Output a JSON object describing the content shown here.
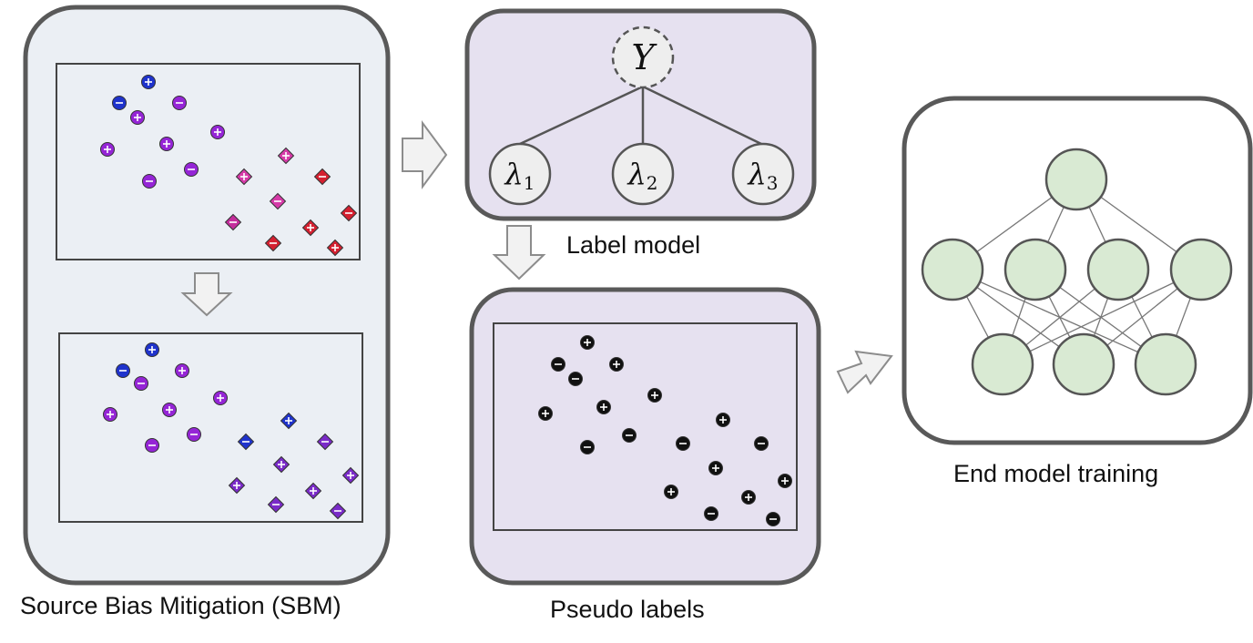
{
  "labels": {
    "sbm": "Source Bias Mitigation (SBM)",
    "label_model": "Label model",
    "pseudo_labels": "Pseudo labels",
    "end_model": "End model training"
  },
  "label_model": {
    "root": "Y",
    "sources": [
      {
        "symbol": "λ",
        "sub": "1"
      },
      {
        "symbol": "λ",
        "sub": "2"
      },
      {
        "symbol": "λ",
        "sub": "3"
      }
    ]
  },
  "neural_network": {
    "layers": [
      1,
      4,
      3
    ]
  },
  "colors": {
    "sbm_panel": "#ebeff4",
    "label_panel": "#e6e1f0",
    "pseudo_panel": "#e6e1f0",
    "end_panel": "#ffffff",
    "panel_border": "#595959",
    "arrow_fill": "#f2f2f2",
    "arrow_stroke": "#8c8c8c",
    "node_fill": "#eeeeee",
    "nn_node_fill": "#d9ead3",
    "blue": "#1f33cc",
    "purple": "#9525d6",
    "violet": "#7a2bc8",
    "pink": "#d63aa8",
    "magenta": "#c42d9c",
    "red": "#d42030",
    "black": "#111111"
  },
  "scatter": {
    "before_mitigation": [
      {
        "shape": "circle",
        "sign": "+",
        "color": "blue"
      },
      {
        "shape": "circle",
        "sign": "-",
        "color": "blue"
      },
      {
        "shape": "circle",
        "sign": "+",
        "color": "purple"
      },
      {
        "shape": "circle",
        "sign": "-",
        "color": "purple"
      },
      {
        "shape": "circle",
        "sign": "+",
        "color": "purple"
      },
      {
        "shape": "circle",
        "sign": "+",
        "color": "purple"
      },
      {
        "shape": "circle",
        "sign": "+",
        "color": "purple"
      },
      {
        "shape": "circle",
        "sign": "-",
        "color": "purple"
      },
      {
        "shape": "circle",
        "sign": "-",
        "color": "purple"
      },
      {
        "shape": "diamond",
        "sign": "+",
        "color": "pink"
      },
      {
        "shape": "diamond",
        "sign": "+",
        "color": "pink"
      },
      {
        "shape": "diamond",
        "sign": "-",
        "color": "red"
      },
      {
        "shape": "diamond",
        "sign": "-",
        "color": "pink"
      },
      {
        "shape": "diamond",
        "sign": "-",
        "color": "magenta"
      },
      {
        "shape": "diamond",
        "sign": "+",
        "color": "red"
      },
      {
        "shape": "diamond",
        "sign": "-",
        "color": "red"
      },
      {
        "shape": "diamond",
        "sign": "-",
        "color": "red"
      },
      {
        "shape": "diamond",
        "sign": "+",
        "color": "red"
      }
    ],
    "after_mitigation": [
      {
        "shape": "circle",
        "sign": "+",
        "color": "blue"
      },
      {
        "shape": "circle",
        "sign": "-",
        "color": "blue"
      },
      {
        "shape": "circle",
        "sign": "-",
        "color": "purple"
      },
      {
        "shape": "circle",
        "sign": "+",
        "color": "purple"
      },
      {
        "shape": "circle",
        "sign": "+",
        "color": "purple"
      },
      {
        "shape": "circle",
        "sign": "+",
        "color": "purple"
      },
      {
        "shape": "circle",
        "sign": "+",
        "color": "purple"
      },
      {
        "shape": "circle",
        "sign": "-",
        "color": "purple"
      },
      {
        "shape": "circle",
        "sign": "-",
        "color": "purple"
      },
      {
        "shape": "diamond",
        "sign": "-",
        "color": "blue"
      },
      {
        "shape": "diamond",
        "sign": "+",
        "color": "blue"
      },
      {
        "shape": "diamond",
        "sign": "-",
        "color": "violet"
      },
      {
        "shape": "diamond",
        "sign": "+",
        "color": "violet"
      },
      {
        "shape": "diamond",
        "sign": "+",
        "color": "violet"
      },
      {
        "shape": "diamond",
        "sign": "+",
        "color": "violet"
      },
      {
        "shape": "diamond",
        "sign": "+",
        "color": "violet"
      },
      {
        "shape": "diamond",
        "sign": "-",
        "color": "violet"
      },
      {
        "shape": "diamond",
        "sign": "-",
        "color": "violet"
      }
    ],
    "pseudo": [
      {
        "shape": "circle",
        "sign": "+",
        "color": "black"
      },
      {
        "shape": "circle",
        "sign": "-",
        "color": "black"
      },
      {
        "shape": "circle",
        "sign": "-",
        "color": "black"
      },
      {
        "shape": "circle",
        "sign": "+",
        "color": "black"
      },
      {
        "shape": "circle",
        "sign": "+",
        "color": "black"
      },
      {
        "shape": "circle",
        "sign": "+",
        "color": "black"
      },
      {
        "shape": "circle",
        "sign": "+",
        "color": "black"
      },
      {
        "shape": "circle",
        "sign": "-",
        "color": "black"
      },
      {
        "shape": "circle",
        "sign": "-",
        "color": "black"
      },
      {
        "shape": "circle",
        "sign": "+",
        "color": "black"
      },
      {
        "shape": "circle",
        "sign": "-",
        "color": "black"
      },
      {
        "shape": "circle",
        "sign": "-",
        "color": "black"
      },
      {
        "shape": "circle",
        "sign": "+",
        "color": "black"
      },
      {
        "shape": "circle",
        "sign": "+",
        "color": "black"
      },
      {
        "shape": "circle",
        "sign": "+",
        "color": "black"
      },
      {
        "shape": "circle",
        "sign": "+",
        "color": "black"
      },
      {
        "shape": "circle",
        "sign": "-",
        "color": "black"
      },
      {
        "shape": "circle",
        "sign": "-",
        "color": "black"
      }
    ]
  }
}
